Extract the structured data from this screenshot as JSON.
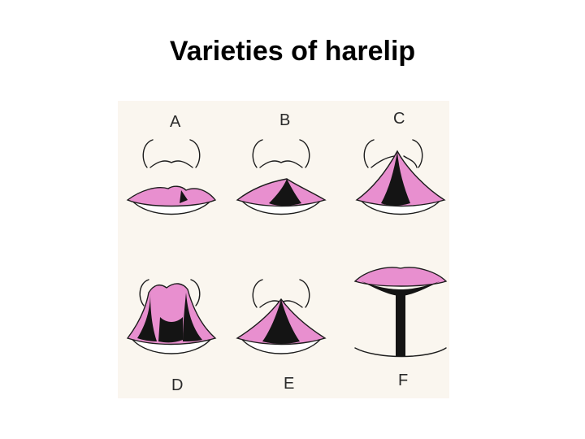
{
  "title": "Varieties of harelip",
  "colors": {
    "background": "#ffffff",
    "figure_background": "#faf6ef",
    "lip_pink": "#e88fcf",
    "cleft_dark": "#141414",
    "outline": "#1c1c1c"
  },
  "figure": {
    "panels": [
      {
        "id": "A",
        "label": "A"
      },
      {
        "id": "B",
        "label": "B"
      },
      {
        "id": "C",
        "label": "C"
      },
      {
        "id": "D",
        "label": "D"
      },
      {
        "id": "E",
        "label": "E"
      },
      {
        "id": "F",
        "label": "F"
      }
    ]
  }
}
